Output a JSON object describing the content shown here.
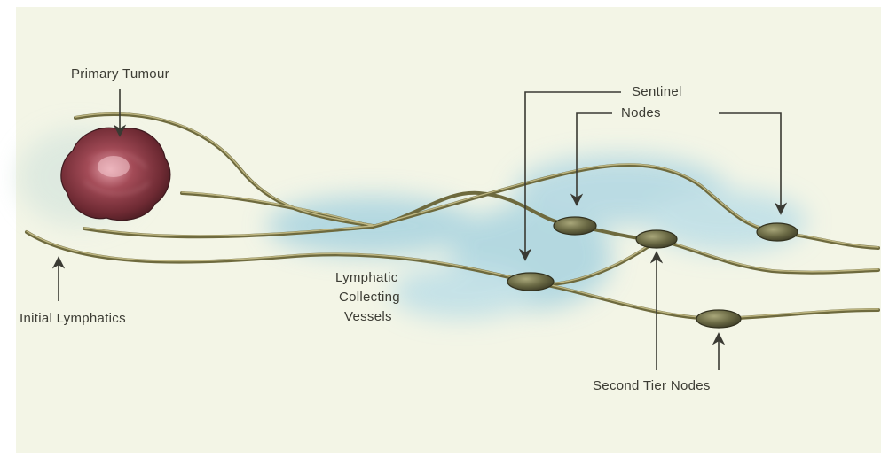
{
  "diagram": {
    "labels": {
      "primary_tumour": "Primary Tumour",
      "sentinel_line1": "Sentinel",
      "sentinel_line2": "Nodes",
      "lymphatic_line1": "Lymphatic",
      "lymphatic_line2": "Collecting",
      "lymphatic_line3": "Vessels",
      "initial_lymphatics": "Initial Lymphatics",
      "second_tier_nodes": "Second Tier Nodes"
    },
    "colors": {
      "paper": "#f3f5e6",
      "vessel": "#6e6a3e",
      "vessel_highlight": "#c7bf8a",
      "node_fill": "#6b6a45",
      "tumour": "#8a3b42",
      "lymph_glow": "#9fcfdf",
      "arrow": "#3a3a33"
    }
  }
}
